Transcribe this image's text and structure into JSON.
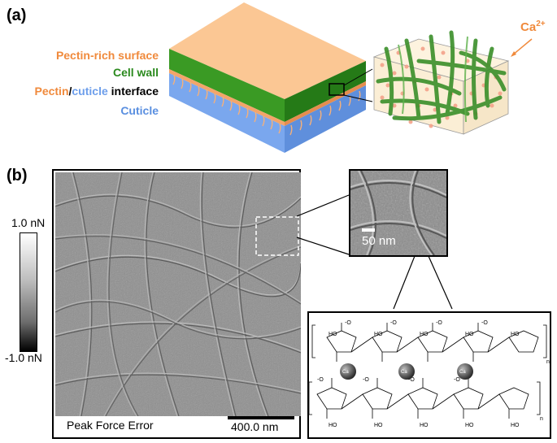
{
  "panel_a": {
    "label": "(a)",
    "layers": {
      "pectin_surface": "Pectin-rich surface",
      "cell_wall": "Cell wall",
      "interface_part1": "Pectin",
      "interface_sep": "/",
      "interface_part2": "cuticle",
      "interface_part3": " interface",
      "cuticle": "Cuticle"
    },
    "ion": {
      "base": "Ca",
      "sup": "2+"
    }
  },
  "panel_b": {
    "label": "(b)",
    "colorbar": {
      "max": "1.0 nN",
      "min": "-1.0 nN"
    },
    "image_caption": "Peak Force Error",
    "scalebar_main": "400.0 nm",
    "scalebar_inset": "50 nm"
  },
  "chemistry": {
    "ring_label": "HO",
    "carboxylate": "O",
    "cation": "Ca",
    "repeat": "n"
  },
  "colors": {
    "pectin_orange": "#f08a3c",
    "cell_wall_green": "#2b8a1e",
    "cuticle_blue": "#6d9eeb",
    "top_face": "#fbc794"
  }
}
